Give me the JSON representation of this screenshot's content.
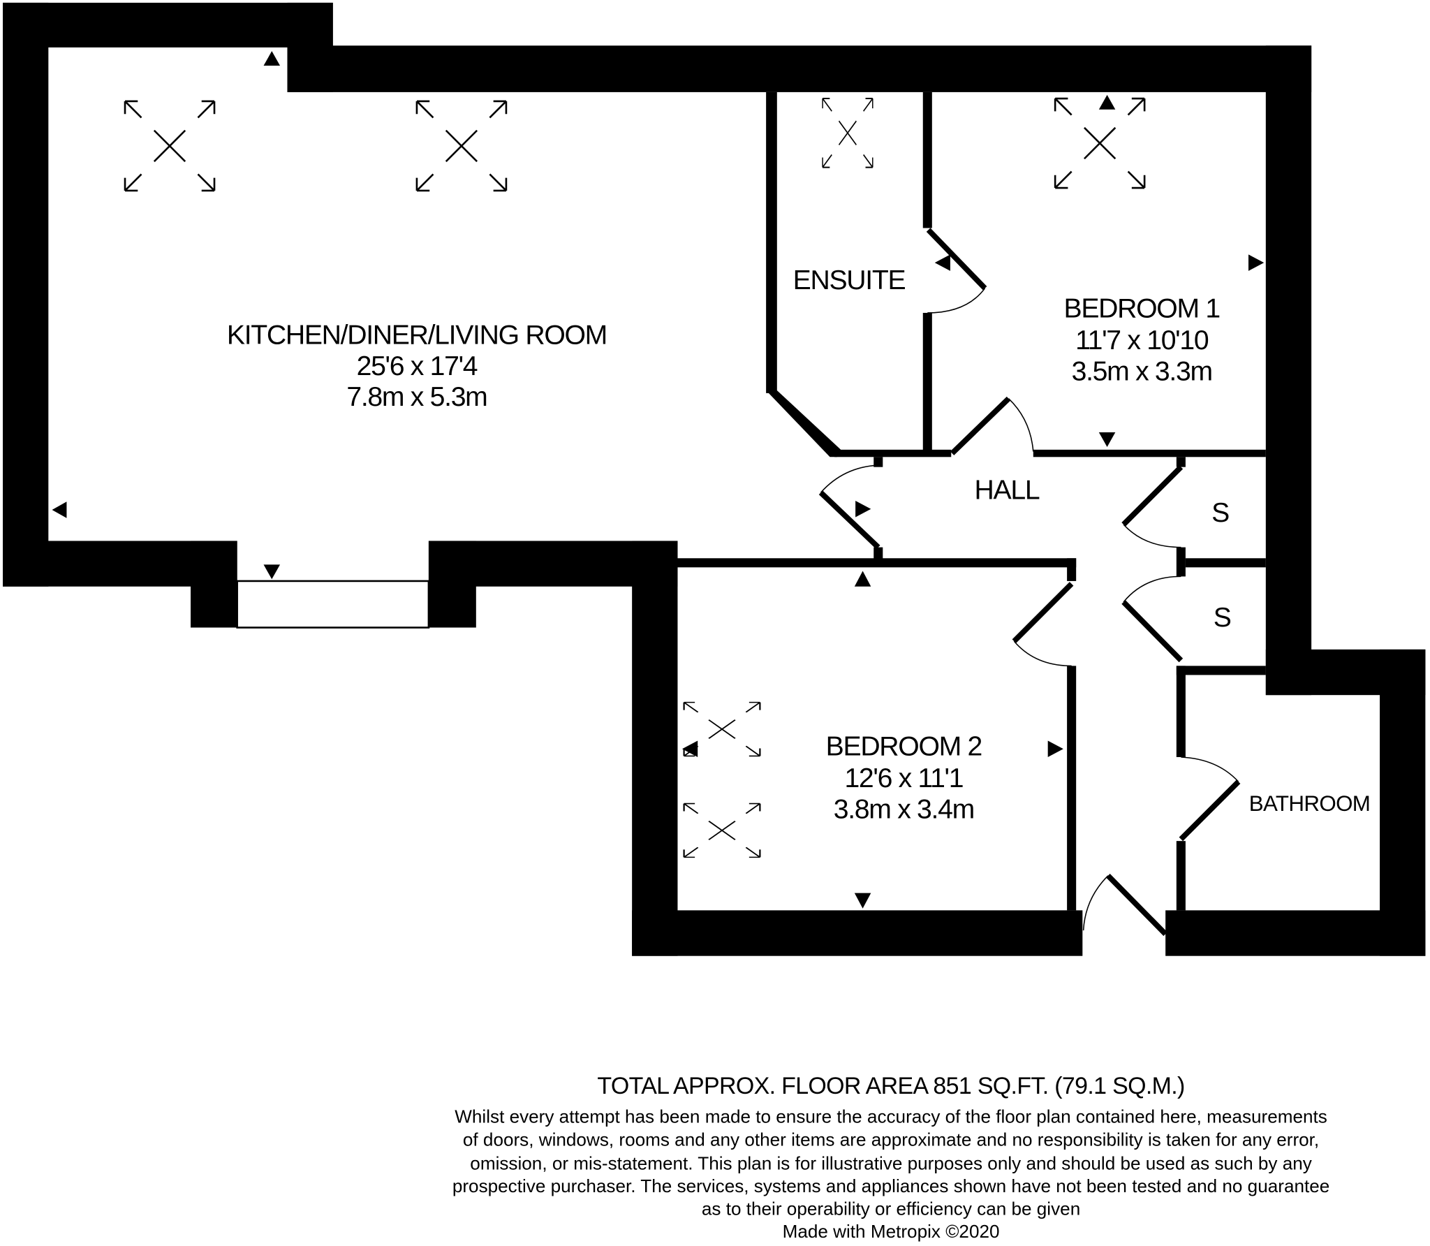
{
  "rooms": {
    "kitchen": {
      "name": "KITCHEN/DINER/LIVING ROOM",
      "imperial": "25'6 x 17'4",
      "metric": "7.8m x 5.3m"
    },
    "bedroom1": {
      "name": "BEDROOM 1",
      "imperial": "11'7 x 10'10",
      "metric": "3.5m x 3.3m"
    },
    "bedroom2": {
      "name": "BEDROOM 2",
      "imperial": "12'6 x 11'1",
      "metric": "3.8m x 3.4m"
    },
    "ensuite": {
      "name": "ENSUITE"
    },
    "hall": {
      "name": "HALL"
    },
    "store1": {
      "name": "S"
    },
    "store2": {
      "name": "S"
    },
    "bathroom": {
      "name": "BATHROOM"
    }
  },
  "footer": {
    "total_area": "TOTAL APPROX. FLOOR AREA 851 SQ.FT. (79.1 SQ.M.)",
    "disclaimer": [
      "Whilst every attempt has been made to ensure the accuracy of the floor plan contained here, measurements",
      "of doors, windows, rooms and any other items are approximate and no responsibility is taken for any error,",
      "omission, or mis-statement. This plan is for illustrative purposes only and should be used as such by any",
      "prospective purchaser. The services, systems and appliances shown have not been tested and no guarantee",
      "as to their operability or efficiency can be given"
    ],
    "credit": "Made with Metropix ©2020"
  }
}
